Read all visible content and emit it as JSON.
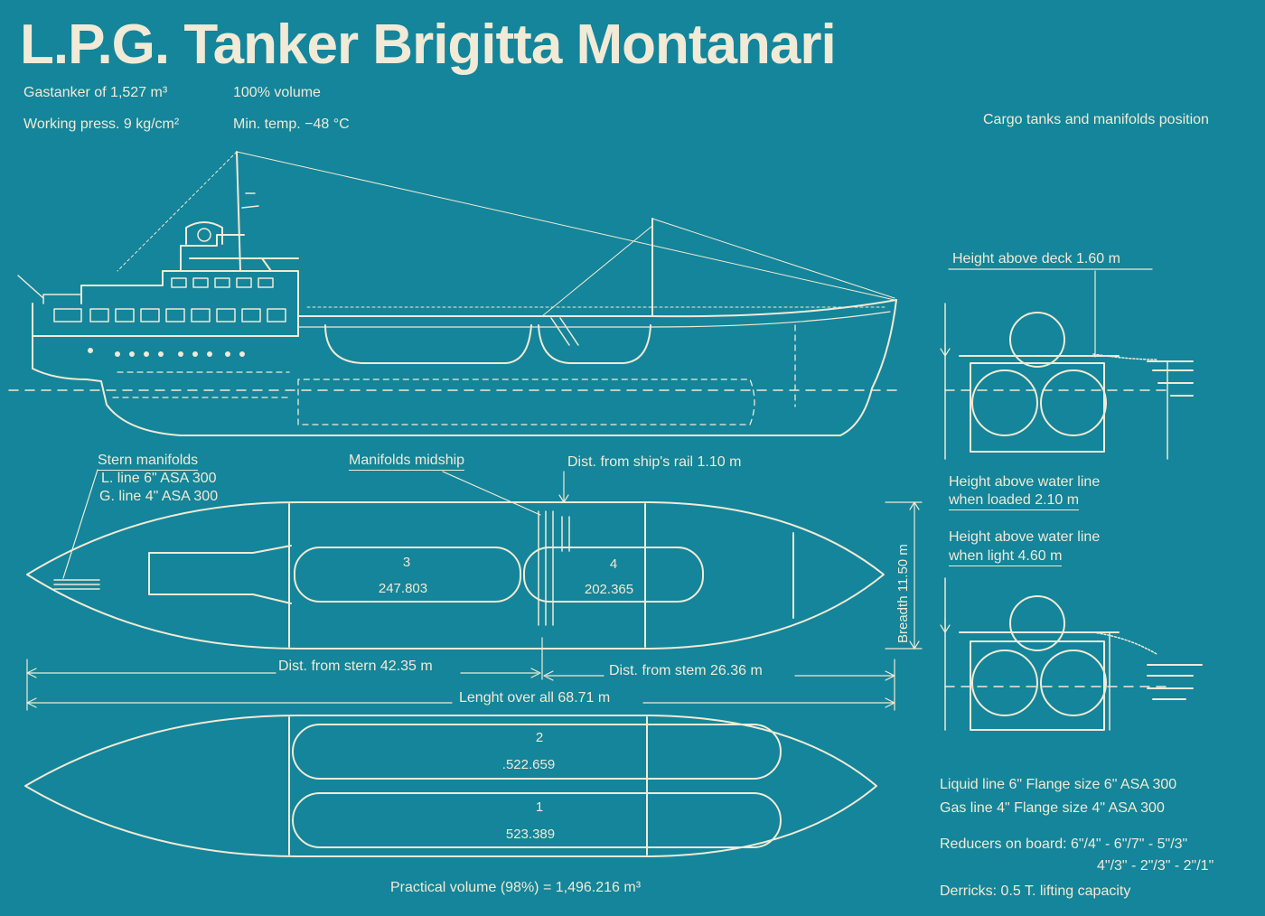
{
  "title": "L.P.G. Tanker Brigitta Montanari",
  "specs": {
    "capacity": "Gastanker of 1,527 m³",
    "volume": "100% volume",
    "pressure": "Working press. 9 kg/cm²",
    "temperature": "Min. temp. −48 °C"
  },
  "section_title": "Cargo tanks and manifolds position",
  "labels": {
    "stern_manifolds": "Stern manifolds",
    "l_line": "L. line 6\" ASA 300",
    "g_line": "G. line 4\" ASA 300",
    "manifolds_midship": "Manifolds midship",
    "dist_rail": "Dist. from ship's rail 1.10 m",
    "breadth": "Breadth 11.50 m",
    "dist_stern": "Dist. from stern 42.35 m",
    "dist_stem": "Dist. from stem 26.36 m",
    "length": "Lenght over all 68.71 m",
    "practical_volume": "Practical volume (98%) = 1,496.216 m³",
    "height_deck": "Height above deck 1.60 m",
    "height_loaded_1": "Height above water line",
    "height_loaded_2": "when loaded 2.10 m",
    "height_light_1": "Height above water line",
    "height_light_2": "when light 4.60 m"
  },
  "tanks": [
    {
      "number": "3",
      "volume": "247.803"
    },
    {
      "number": "4",
      "volume": "202.365"
    },
    {
      "number": "2",
      "volume": ".522.659"
    },
    {
      "number": "1",
      "volume": "523.389"
    }
  ],
  "info": {
    "liquid_line": "Liquid line 6\" Flange size 6\" ASA 300",
    "gas_line": "Gas line 4\" Flange size 4\" ASA 300",
    "reducers_1": "Reducers on board: 6\"/4\" - 6\"/7\" - 5\"/3\"",
    "reducers_2": "4\"/3\" - 2\"/3\" - 2\"/1\"",
    "derricks": "Derricks: 0.5 T. lifting capacity"
  },
  "colors": {
    "background": "#14859a",
    "ink": "#f1ead6"
  }
}
